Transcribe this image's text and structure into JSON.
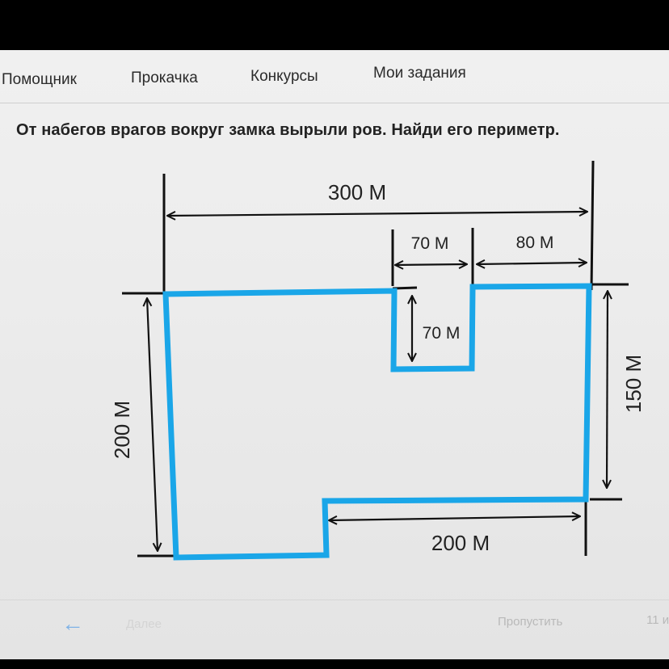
{
  "nav": {
    "items": [
      {
        "label": "Помощник"
      },
      {
        "label": "Прокачка"
      },
      {
        "label": "Конкурсы"
      },
      {
        "label": "Мои задания"
      }
    ]
  },
  "task": {
    "title": "От набегов врагов вокруг замка вырыли ров. Найди его периметр."
  },
  "diagram": {
    "labels": {
      "top_width": "300 М",
      "notch_width": "70 М",
      "right_top_segment": "80 М",
      "notch_depth": "70 М",
      "left_height": "200 М",
      "right_height": "150 М",
      "bottom_segment": "200 М"
    },
    "colors": {
      "moat_outline": "#1aa6e8",
      "dimension_lines": "#111111"
    }
  },
  "footer": {
    "back_icon": "←",
    "next_label": "Далее",
    "skip_label": "Пропустить",
    "counter": "11 и"
  }
}
